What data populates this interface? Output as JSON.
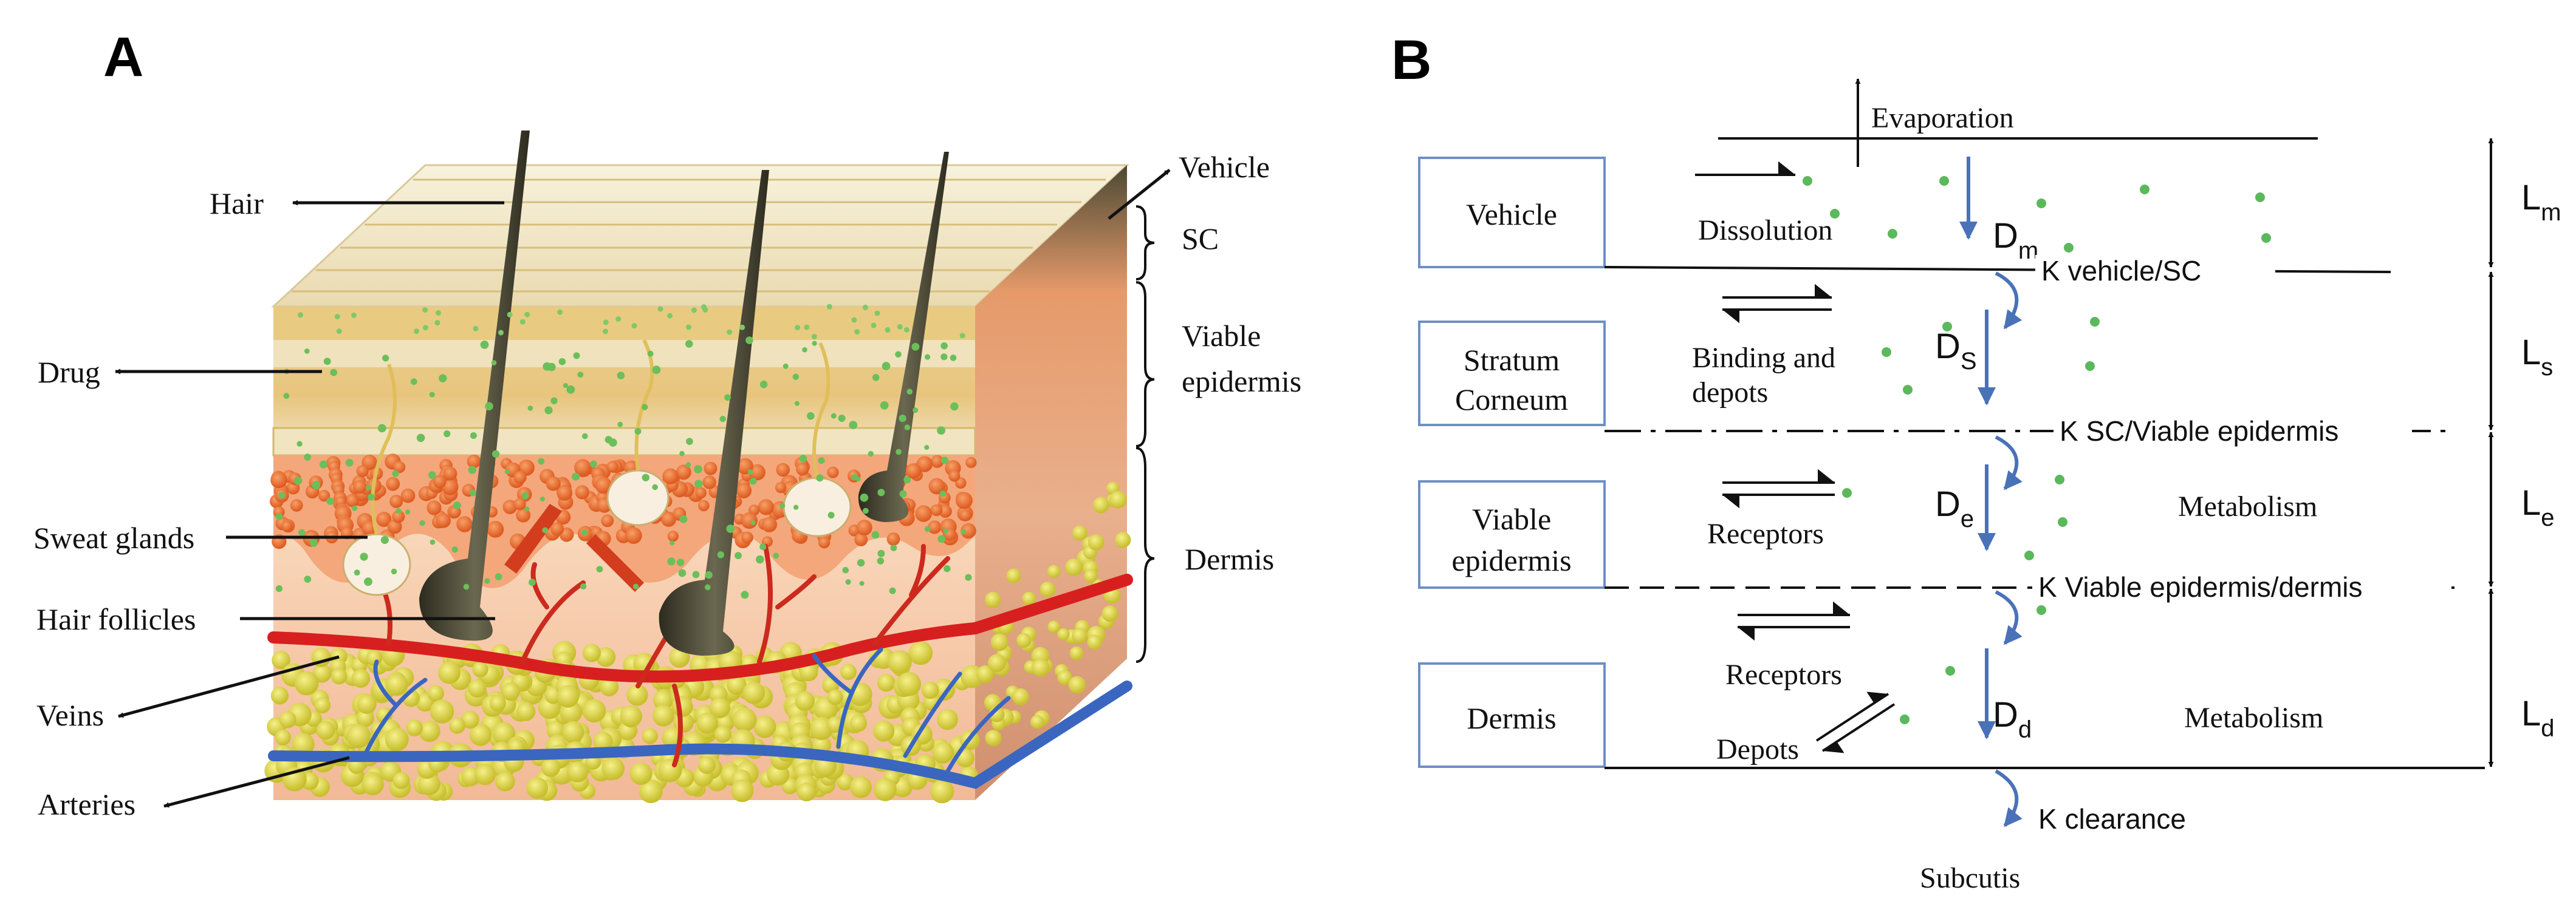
{
  "panel_a": {
    "letter": "A",
    "labels": {
      "hair": "Hair",
      "drug": "Drug",
      "sweat_glands": "Sweat glands",
      "hair_follicles": "Hair follicles",
      "veins": "Veins",
      "arteries": "Arteries",
      "vehicle": "Vehicle",
      "sc": "SC",
      "viable_1": "Viable",
      "viable_2": "epidermis",
      "dermis": "Dermis"
    }
  },
  "panel_b": {
    "letter": "B",
    "evaporation": "Evaporation",
    "compartments": {
      "vehicle": "Vehicle",
      "sc_1": "Stratum",
      "sc_2": "Corneum",
      "ve_1": "Viable",
      "ve_2": "epidermis",
      "dermis": "Dermis"
    },
    "processes": {
      "dissolution": "Dissolution",
      "binding_1": "Binding and",
      "binding_2": "depots",
      "receptors_e": "Receptors",
      "receptors_d": "Receptors",
      "depots": "Depots",
      "metabolism_e": "Metabolism",
      "metabolism_d": "Metabolism",
      "subcutis": "Subcutis"
    },
    "diffusion": {
      "d": "D",
      "m": "m",
      "s": "S",
      "e": "e",
      "dd": "d"
    },
    "partition": {
      "vehicle_sc": "K vehicle/SC",
      "sc_ve": "K SC/Viable epidermis",
      "ve_d": "K Viable epidermis/dermis",
      "clearance": "K clearance"
    },
    "thickness": {
      "l": "L",
      "m": "m",
      "s": "s",
      "e": "e",
      "d": "d"
    }
  },
  "colors": {
    "stratum_corneum": "#ead394",
    "epidermis_cells": "#ec7a3a",
    "dermis": "#f4c6a4",
    "artery": "#d81f1f",
    "vein": "#3a66c0",
    "fat": "#d9d24a",
    "hair": "#3c3a2c",
    "drug_dot": "#5cb85c",
    "box_border": "#6f8fc4",
    "arrow_blue": "#4a72b8"
  }
}
